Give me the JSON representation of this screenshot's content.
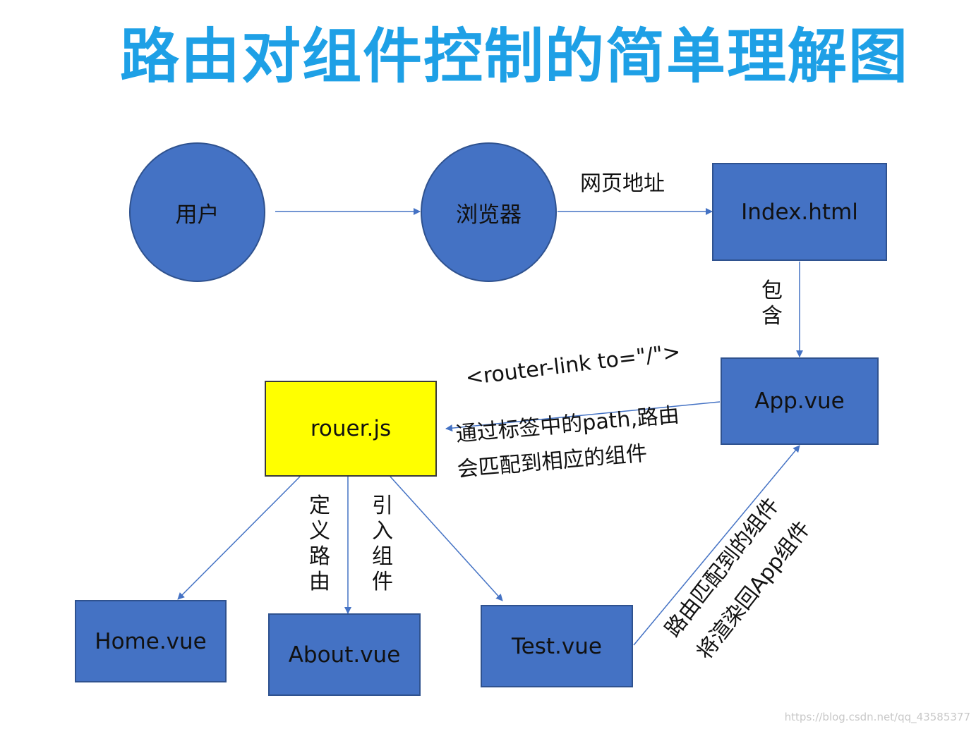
{
  "title": "路由对组件控制的简单理解图",
  "nodes": {
    "user": "用户",
    "browser": "浏览器",
    "index": "Index.html",
    "app": "App.vue",
    "router": "rouer.js",
    "home": "Home.vue",
    "about": "About.vue",
    "test": "Test.vue"
  },
  "labels": {
    "web_address": "网页地址",
    "contains": "包含",
    "router_link": "<router-link to=\"/\">",
    "path_match_line1": "通过标签中的path,路由",
    "path_match_line2": "会匹配到相应的组件",
    "define_route": "定义路由",
    "import_component": "引入组件",
    "render_back_line1": "路由匹配到的组件",
    "render_back_line2": "将渲染回App组件"
  },
  "colors": {
    "title": "#1ea0e6",
    "node_fill": "#4472c4",
    "router_fill": "#ffff00",
    "arrow": "#4472c4"
  },
  "watermark": "https://blog.csdn.net/qq_43585377"
}
